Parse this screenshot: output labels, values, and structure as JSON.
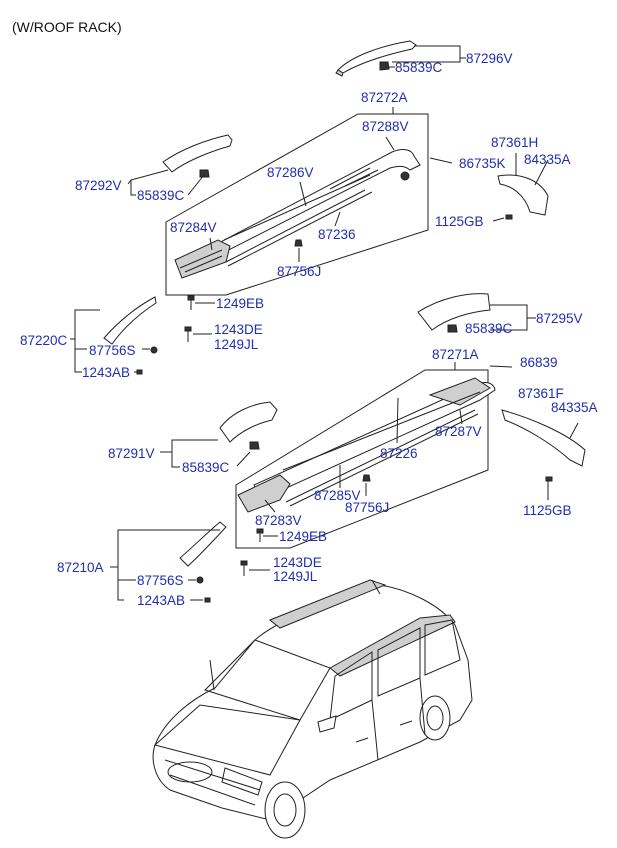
{
  "header": {
    "title": "(W/ROOF RACK)"
  },
  "labels": {
    "p87296V": "87296V",
    "p85839C_a": "85839C",
    "p87272A": "87272A",
    "p87288V": "87288V",
    "p87361H": "87361H",
    "p86735K": "86735K",
    "p84335A_a": "84335A",
    "p87292V": "87292V",
    "p85839C_b": "85839C",
    "p87286V": "87286V",
    "p1125GB_a": "1125GB",
    "p87284V": "87284V",
    "p87236": "87236",
    "p87756J_a": "87756J",
    "p1249EB_a": "1249EB",
    "p87220C": "87220C",
    "p1243DE_a": "1243DE",
    "p1249JL_a": "1249JL",
    "p87756S_a": "87756S",
    "p1243AB_a": "1243AB",
    "p87295V": "87295V",
    "p85839C_c": "85839C",
    "p87271A": "87271A",
    "p86839": "86839",
    "p87361F": "87361F",
    "p84335A_b": "84335A",
    "p87287V": "87287V",
    "p87291V": "87291V",
    "p85839C_d": "85839C",
    "p87226": "87226",
    "p87285V": "87285V",
    "p87756J_b": "87756J",
    "p1125GB_b": "1125GB",
    "p87283V": "87283V",
    "p1249EB_b": "1249EB",
    "p87210A": "87210A",
    "p1243DE_b": "1243DE",
    "p1249JL_b": "1249JL",
    "p87756S_b": "87756S",
    "p1243AB_b": "1243AB"
  },
  "colors": {
    "label_text": "#1f2fb0",
    "lines": "#222222",
    "background": "#ffffff"
  }
}
